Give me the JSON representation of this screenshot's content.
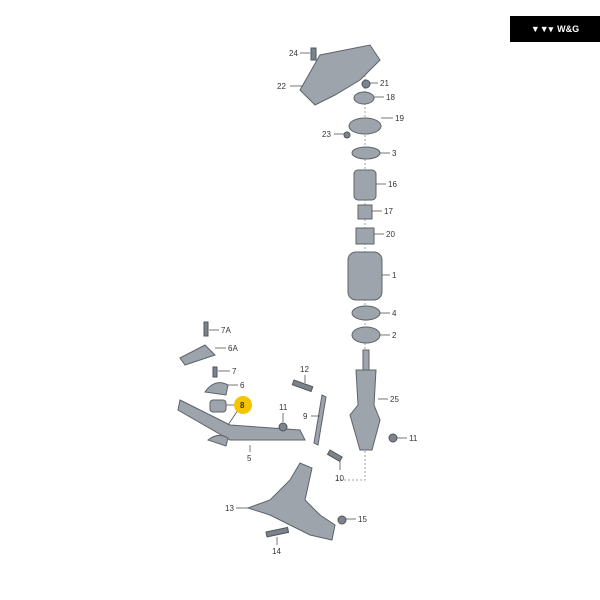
{
  "brand": {
    "logo": "W&G",
    "icon": "vw-logo-icon"
  },
  "labels": {
    "p24": "24",
    "p22": "22",
    "p21": "21",
    "p18": "18",
    "p23": "23",
    "p19": "19",
    "p3": "3",
    "p16": "16",
    "p17": "17",
    "p20": "20",
    "p1": "1",
    "p4": "4",
    "p2": "2",
    "p7a": "7A",
    "p6a": "6A",
    "p7": "7",
    "p6": "6",
    "p8": "8",
    "p11a": "11",
    "p12": "12",
    "p9": "9",
    "p25": "25",
    "p11b": "11",
    "p5": "5",
    "p10": "10",
    "p13": "13",
    "p15": "15",
    "p14": "14"
  },
  "highlight_color": "#f5c400"
}
